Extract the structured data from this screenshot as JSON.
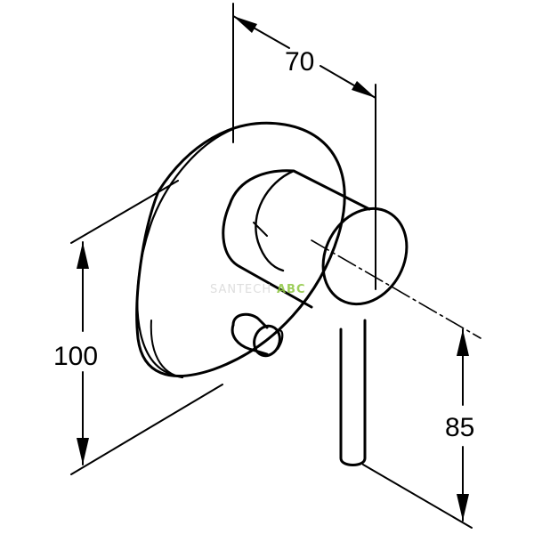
{
  "dimensions": {
    "width_label": "70",
    "height_label": "100",
    "lever_height_label": "85"
  },
  "watermark": {
    "text_left": "SANTECH",
    "text_right": "ABC",
    "colors": {
      "left": "#d9d9d9",
      "right": "#8cc63f"
    }
  },
  "colors": {
    "line": "#000000",
    "background": "#ffffff"
  }
}
